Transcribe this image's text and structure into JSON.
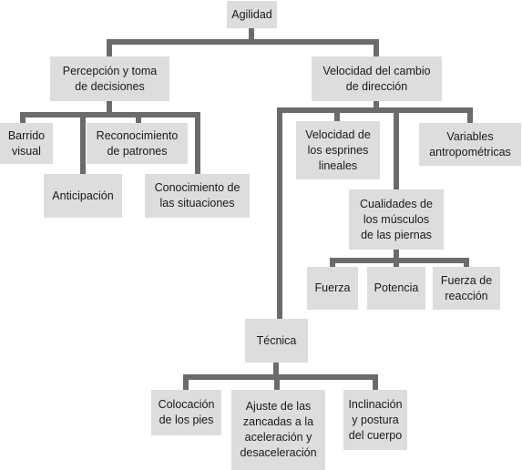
{
  "nodes": {
    "agilidad": "Agilidad",
    "percepcion": "Percepción y toma\nde decisiones",
    "velocidad_cambio": "Velocidad del cambio\nde dirección",
    "barrido": "Barrido\nvisual",
    "reconocimiento": "Reconocimiento\nde patrones",
    "anticipacion": "Anticipación",
    "conocimiento": "Conocimiento de\nlas situaciones",
    "velocidad_esprines": "Velocidad de\nlos esprines\nlineales",
    "variables": "Variables\nantropométricas",
    "cualidades": "Cualidades de\nlos músculos\nde las piernas",
    "fuerza": "Fuerza",
    "potencia": "Potencia",
    "fuerza_reaccion": "Fuerza de\nreacción",
    "tecnica": "Técnica",
    "colocacion": "Colocación\nde los pies",
    "ajuste": "Ajuste de las\nzancadas a la\naceleración y\ndesaceleración",
    "inclinacion": "Inclinación\ny postura\ndel cuerpo"
  },
  "colors": {
    "box_fill": "#dddddd",
    "connector": "#6b6b6b",
    "text": "#1a1a1a"
  }
}
